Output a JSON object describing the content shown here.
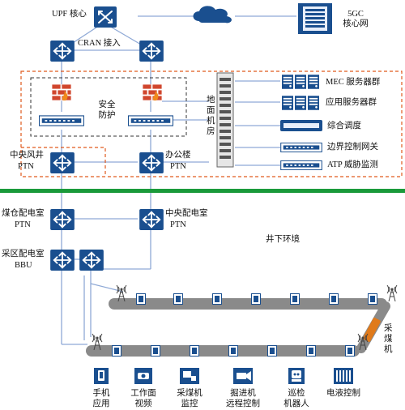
{
  "top": {
    "upf_label": "UPF 核心",
    "cran_label": "CRAN 接入",
    "core_label_line1": "5GC",
    "core_label_line2": "核心网"
  },
  "mec_zone": {
    "security_line1": "安全",
    "security_line2": "防护",
    "room_chars": [
      "地",
      "面",
      "机",
      "房"
    ],
    "servers": [
      {
        "label": "MEC 服务器群"
      },
      {
        "label": "应用服务器群"
      },
      {
        "label": "综合调度"
      },
      {
        "label": "边界控制网关"
      },
      {
        "label": "ATP 威胁监测"
      }
    ]
  },
  "ptn": {
    "left_label_line1": "中央风井",
    "left_label_line2": "PTN",
    "right_label_line1": "办公楼",
    "right_label_line2": "PTN"
  },
  "underground": {
    "env_label": "井下环境",
    "coal_storage_line1": "煤仓配电室",
    "coal_storage_line2": "PTN",
    "central_sub_line1": "中央配电室",
    "central_sub_line2": "PTN",
    "mining_line1": "采区配电室",
    "mining_line2": "BBU",
    "shearer_chars": [
      "采",
      "煤",
      "机"
    ]
  },
  "apps": [
    {
      "line1": "手机",
      "line2": "应用",
      "icon": "phone-icon"
    },
    {
      "line1": "工作面",
      "line2": "视频",
      "icon": "camera-icon"
    },
    {
      "line1": "采煤机",
      "line2": "监控",
      "icon": "shearer-monitor-icon"
    },
    {
      "line1": "掘进机",
      "line2": "远程控制",
      "icon": "remote-control-icon"
    },
    {
      "line1": "巡检",
      "line2": "机器人",
      "icon": "robot-icon"
    },
    {
      "line1": "电液控制",
      "line2": "",
      "icon": "hydraulic-control-icon"
    }
  ],
  "colors": {
    "blue": "#1a4f8f",
    "light_blue": "#8fa9d6",
    "dashed_orange": "#e05a1e",
    "green_bar": "#1a9a3a",
    "belt_gray": "#8a8a8a",
    "firewall_red": "#d0462d"
  }
}
